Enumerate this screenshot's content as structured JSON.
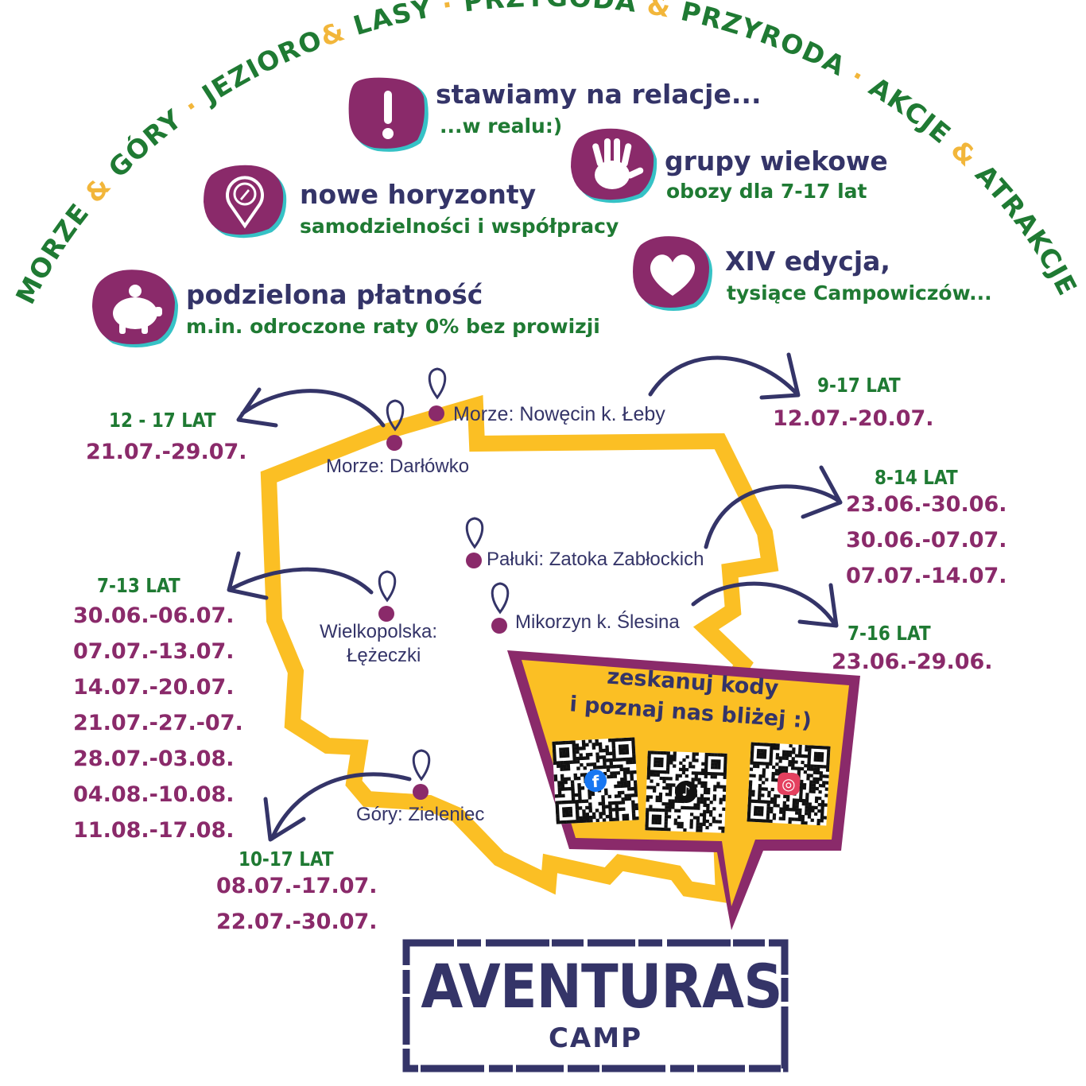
{
  "arc_text": {
    "segments": [
      {
        "text": "MORZE",
        "color": "#1f7a33"
      },
      {
        "text": " & ",
        "color": "#f2b63a"
      },
      {
        "text": "GÓRY",
        "color": "#1f7a33"
      },
      {
        "text": " · ",
        "color": "#f2b63a"
      },
      {
        "text": "JEZIORO",
        "color": "#1f7a33"
      },
      {
        "text": "& ",
        "color": "#f2b63a"
      },
      {
        "text": "LASY",
        "color": "#1f7a33"
      },
      {
        "text": " ·  ",
        "color": "#f2b63a"
      },
      {
        "text": "PRZYGODA",
        "color": "#1f7a33"
      },
      {
        "text": " & ",
        "color": "#f2b63a"
      },
      {
        "text": "PRZYRODA",
        "color": "#1f7a33"
      },
      {
        "text": " · ",
        "color": "#f2b63a"
      },
      {
        "text": "AKCJE",
        "color": "#1f7a33"
      },
      {
        "text": " & ",
        "color": "#f2b63a"
      },
      {
        "text": "ATRAKCJE",
        "color": "#1f7a33"
      }
    ]
  },
  "features": [
    {
      "icon": "exclamation-icon",
      "title": "stawiamy na relacje...",
      "subtitle": "...w realu:)"
    },
    {
      "icon": "hand-icon",
      "title": "grupy wiekowe",
      "subtitle": "obozy dla 7-17 lat"
    },
    {
      "icon": "compass-pin-icon",
      "title": "nowe horyzonty",
      "subtitle": "samodzielności i współpracy"
    },
    {
      "icon": "heart-icon",
      "title": "XIV edycja,",
      "subtitle": "tysiące Campowiczów..."
    },
    {
      "icon": "piggy-bank-icon",
      "title": "podzielona płatność",
      "subtitle": "m.in. odroczone raty 0% bez prowizji"
    }
  ],
  "locations": {
    "nowecin": "Morze: Nowęcin k. Łeby",
    "darlowko": "Morze: Darłówko",
    "paluki": "Pałuki: Zatoka Zabłockich",
    "wielkopolska_1": "Wielkopolska:",
    "wielkopolska_2": "Łężeczki",
    "mikorzyn": "Mikorzyn k. Ślesina",
    "gory": "Góry: Zieleniec"
  },
  "camps": {
    "darlowko": {
      "age": "12 - 17 LAT",
      "dates": [
        "21.07.-29.07."
      ]
    },
    "nowecin": {
      "age": "9-17 LAT",
      "dates": [
        "12.07.-20.07."
      ]
    },
    "paluki": {
      "age": "8-14 LAT",
      "dates": [
        "23.06.-30.06.",
        "30.06.-07.07.",
        "07.07.-14.07."
      ]
    },
    "mikorzyn": {
      "age": "7-16 LAT",
      "dates": [
        "23.06.-29.06."
      ]
    },
    "wielkopolska": {
      "age": "7-13 LAT",
      "dates": [
        "30.06.-06.07.",
        "07.07.-13.07.",
        "14.07.-20.07.",
        "21.07.-27.-07.",
        "28.07.-03.08.",
        "04.08.-10.08.",
        "11.08.-17.08."
      ]
    },
    "gory": {
      "age": "10-17 LAT",
      "dates": [
        "08.07.-17.07.",
        "22.07.-30.07."
      ]
    }
  },
  "qr_box": {
    "line1": "zeskanuj kody",
    "line2": "i poznaj nas bliżej :)",
    "codes": [
      {
        "icon": "facebook-icon",
        "glyph": "f"
      },
      {
        "icon": "tiktok-icon",
        "glyph": "♪"
      },
      {
        "icon": "instagram-icon",
        "glyph": "◎"
      }
    ]
  },
  "logo": {
    "main": "AVENTURAS",
    "sub": "CAMP"
  },
  "colors": {
    "green": "#1f7a33",
    "navy": "#343468",
    "purple": "#8a2a6a",
    "yellow": "#fbbf24",
    "teal": "#36c2c6"
  }
}
